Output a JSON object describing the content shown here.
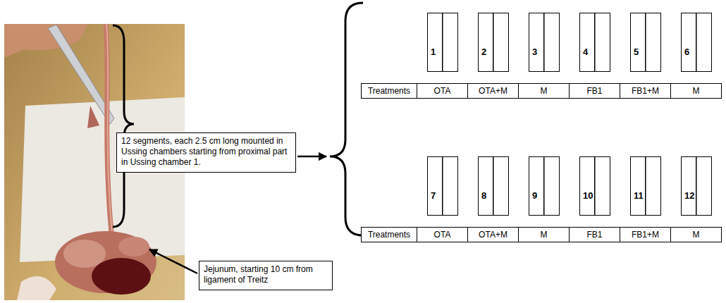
{
  "diagram": {
    "nodes": [
      {
        "text": [
          "12 segments, each 2.5 cm long mounted in Ussing chambers starting from proximal part in Ussing chamber 1."
        ]
      },
      {
        "text": [
          "Jejunum, starting 10 cm from ligament of Treitz"
        ]
      },
      {
        "text": [
          "1"
        ]
      },
      {
        "text": [
          "2"
        ]
      },
      {
        "text": [
          "3"
        ]
      },
      {
        "text": [
          "4"
        ]
      },
      {
        "text": [
          "5"
        ]
      },
      {
        "text": [
          "6"
        ]
      },
      {
        "text": [
          "7"
        ]
      },
      {
        "text": [
          "8"
        ]
      },
      {
        "text": [
          "9"
        ]
      },
      {
        "text": [
          "10"
        ]
      },
      {
        "text": [
          "11"
        ]
      },
      {
        "text": [
          "12"
        ]
      }
    ],
    "labels": [
      "Treatments",
      "OTA",
      "OTA+M",
      "M",
      "FB1",
      "FB1+M",
      "M",
      "Treatments",
      "OTA",
      "OTA+M",
      "M",
      "FB1",
      "FB1+M",
      "M"
    ]
  }
}
